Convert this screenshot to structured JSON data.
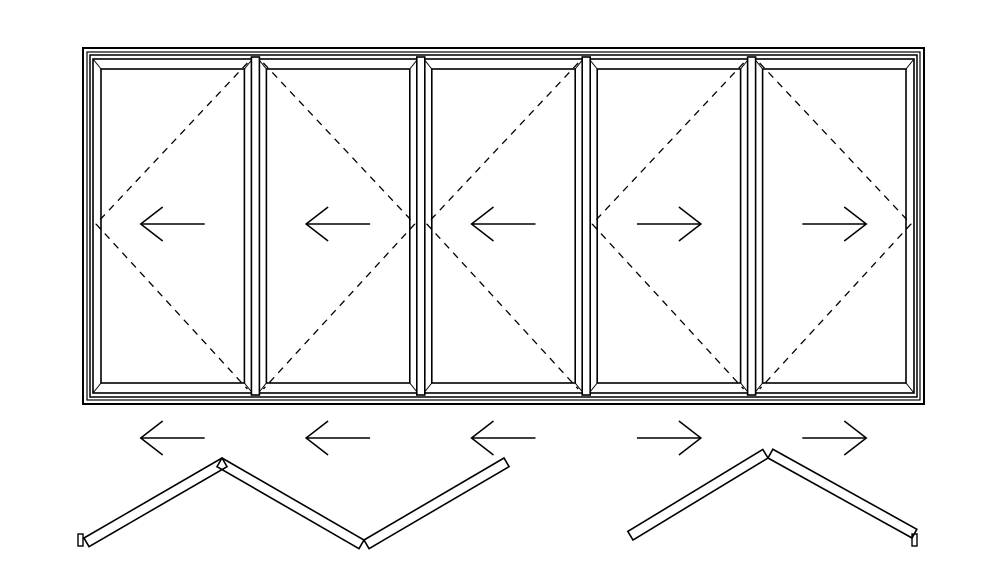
{
  "diagram": {
    "type": "bifold-door-elevation",
    "panel_count": 5,
    "colors": {
      "line": "#000000",
      "background": "#ffffff"
    },
    "panels": [
      {
        "id": 1,
        "opening_direction": "left",
        "hinge_side": "left"
      },
      {
        "id": 2,
        "opening_direction": "left",
        "hinge_side": "right"
      },
      {
        "id": 3,
        "opening_direction": "left",
        "hinge_side": "left"
      },
      {
        "id": 4,
        "opening_direction": "right",
        "hinge_side": "left"
      },
      {
        "id": 5,
        "opening_direction": "right",
        "hinge_side": "right"
      }
    ],
    "plan_view_arrows": [
      "left",
      "left",
      "left",
      "right",
      "right"
    ],
    "fold_groups": [
      {
        "side": "left",
        "leaves": 3
      },
      {
        "side": "right",
        "leaves": 2
      }
    ]
  }
}
